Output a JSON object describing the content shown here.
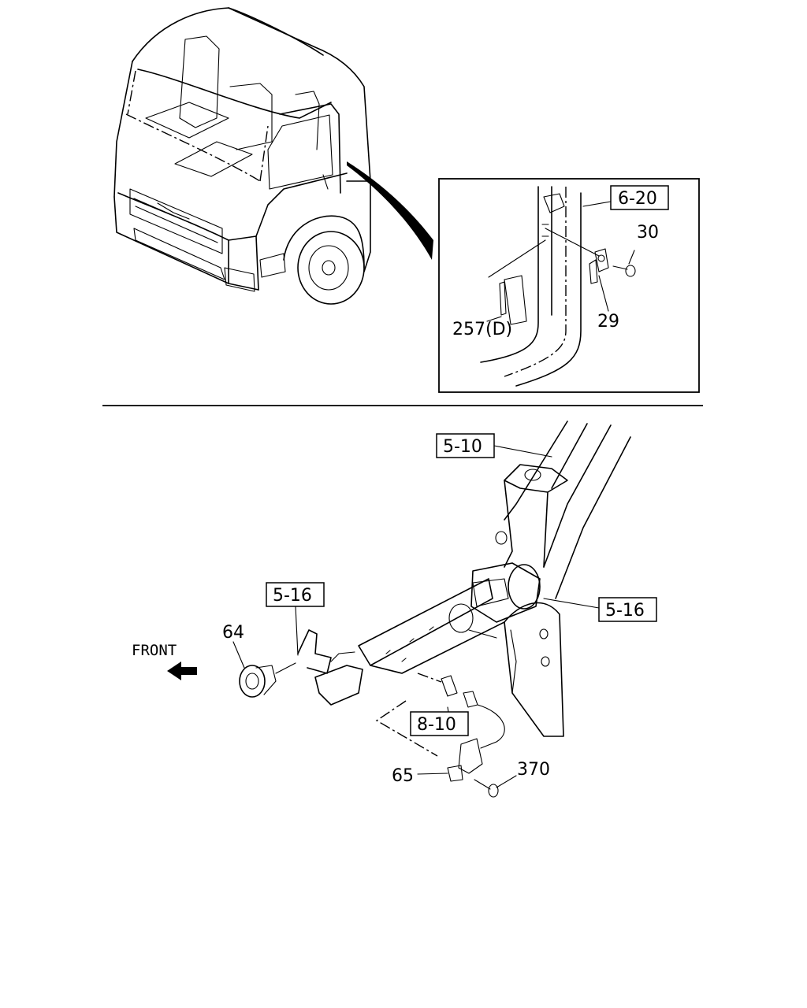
{
  "top_view": {
    "inset_refs": {
      "door_ref": "6-20"
    },
    "parts": {
      "bolt": "30",
      "striker": "29",
      "sensor": "257(D)"
    }
  },
  "bottom_view": {
    "refs": {
      "frame_top": "5-10",
      "bracket_left": "5-16",
      "bracket_right": "5-16",
      "harness": "8-10"
    },
    "parts": {
      "horn": "64",
      "switch": "65",
      "bolt": "370"
    },
    "direction": {
      "label": "FRONT",
      "arrow": "arrow-left-icon"
    }
  }
}
